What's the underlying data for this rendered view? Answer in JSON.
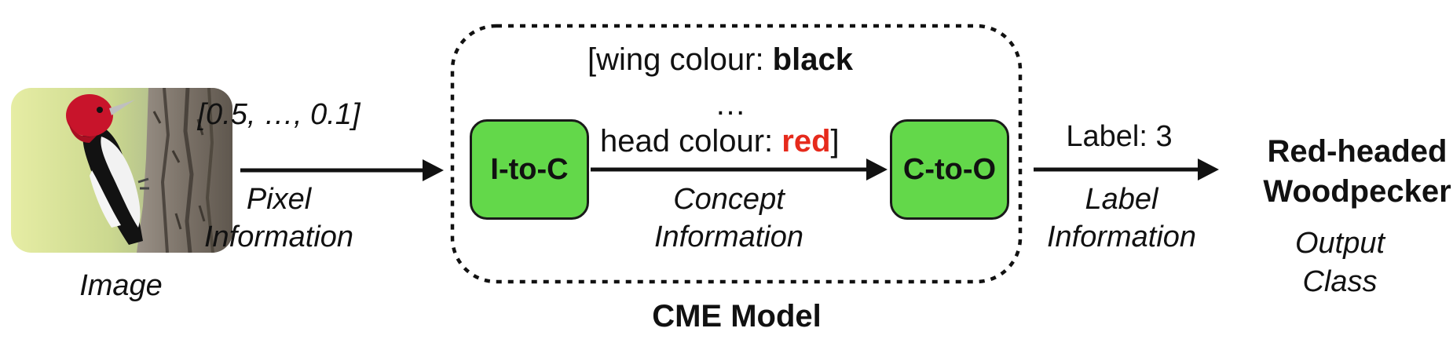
{
  "colors": {
    "box_fill": "#63d84a",
    "highlight_red": "#e62a1c",
    "line": "#111111"
  },
  "image_block": {
    "caption": "Image",
    "icon": "red-headed-woodpecker-photo"
  },
  "edge_pixel": {
    "value": "[0.5, …, 0.1]",
    "label_line1": "Pixel",
    "label_line2": "Information"
  },
  "cme": {
    "title": "CME Model",
    "concepts": {
      "open_prefix": "[wing colour: ",
      "wing_value": "black",
      "ellipsis": "…",
      "head_prefix": "head colour: ",
      "head_value": "red",
      "close_bracket": "]"
    },
    "i_to_c": "I-to-C",
    "c_to_o": "C-to-O",
    "concept_label_line1": "Concept",
    "concept_label_line2": "Information"
  },
  "edge_label": {
    "value": "Label: 3",
    "label_line1": "Label",
    "label_line2": "Information"
  },
  "output": {
    "line1": "Red-headed",
    "line2": "Woodpecker",
    "caption_line1": "Output",
    "caption_line2": "Class"
  }
}
